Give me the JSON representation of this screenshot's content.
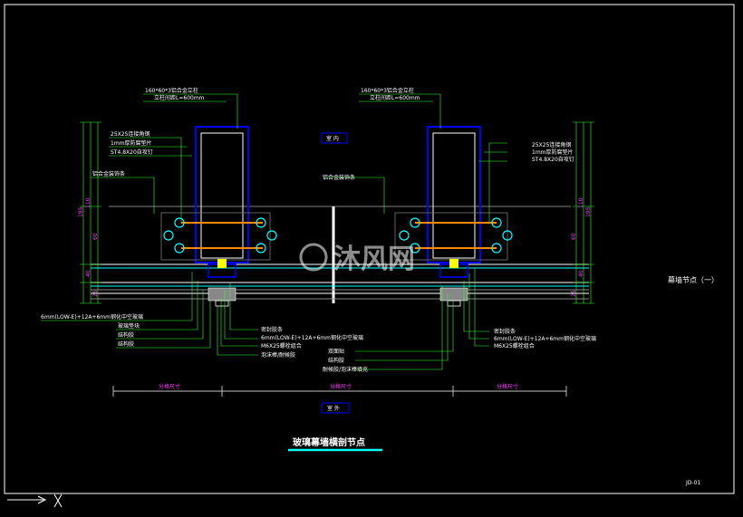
{
  "drawing": {
    "title": "玻璃幕墙横剖节点",
    "side_title": "幕墙节点（一）",
    "sheet_no": "JD-01",
    "watermark": "沐风网",
    "indoor_tag": "室 内",
    "outdoor_tag": "室 外"
  },
  "labels_left": {
    "mullion": "160*60*3铝合金立柱",
    "mullion_len": "立柱间距L=600mm",
    "angle_steel": "25X25连接角钢",
    "pad": "1mm厚防腐垫片",
    "screw": "ST4.8X20自攻钉",
    "aluminum_plate": "铝合金装饰条",
    "glass": "6mm(LOW-E)+12A+6mm钢化中空玻璃",
    "glass_shim": "玻璃垫块",
    "structural_glue": "结构胶"
  },
  "labels_right": {
    "mullion": "160*60*3铝合金立柱",
    "mullion_len": "立柱间距L=600mm",
    "angle_steel": "25X25连接角钢",
    "pad": "1mm厚防腐垫片",
    "screw": "ST4.8X20自攻钉",
    "seal": "密封胶条",
    "glass": "6mm(LOW-E)+12A+6mm钢化中空玻璃",
    "bracket": "M6X25螺栓组合"
  },
  "labels_center": {
    "aluminum_plate": "铝合金装饰条",
    "seal": "密封胶条",
    "glass": "6mm(LOW-E)+12A+6mm钢化中空玻璃",
    "bracket": "M6X25螺栓组合",
    "spacer": "泡沫棒/耐候胶",
    "double_tape": "双面贴",
    "structural_glue": "结构胶",
    "weather_seal": "耐候胶/泡沫棒填充"
  },
  "dims": {
    "span_left": "分格尺寸",
    "span_mid": "分格尺寸",
    "span_right": "分格尺寸",
    "v1": "195",
    "v2": "110",
    "v3": "60",
    "v4": "40",
    "v5": "25"
  },
  "colors": {
    "background": "#000000",
    "frame": "#ffffff",
    "mullion": "#0000ff",
    "leader": "#33ff33",
    "dimension": "#ff33ff",
    "title_underline": "#00ffff",
    "bolt": "#ff8800",
    "glass": "#00ffff"
  }
}
